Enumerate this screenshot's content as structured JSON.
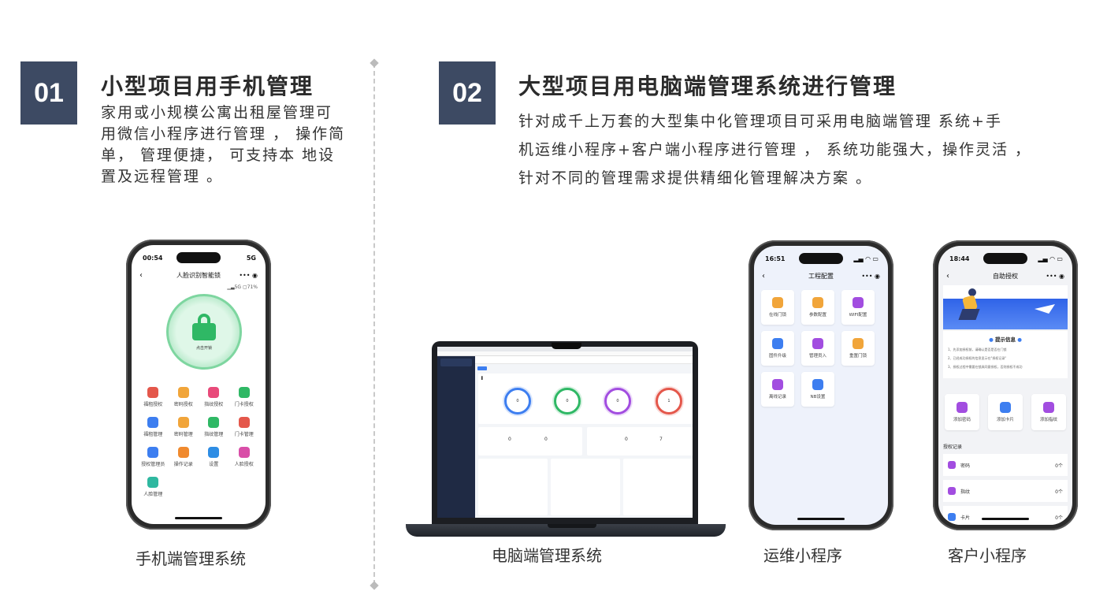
{
  "section1": {
    "number": "01",
    "title": "小型项目用手机管理",
    "desc_lines": [
      "家用或小规模公寓出租屋管理可",
      "用微信小程序进行管理 ， 操作简",
      "单， 管理便捷， 可支持本 地设",
      "置及远程管理 。"
    ]
  },
  "section2": {
    "number": "02",
    "title": "大型项目用电脑端管理系统进行管理",
    "desc_lines": [
      "针对成千上万套的大型集中化管理项目可采用电脑端管理 系统+手",
      "机运维小程序+客户端小程序进行管理 ， 系统功能强大，操作灵活 ，",
      "针对不同的管理需求提供精细化管理解决方案 。"
    ]
  },
  "captions": {
    "phone_mgmt": "手机端管理系统",
    "pc_mgmt": "电脑端管理系统",
    "ops_app": "运维小程序",
    "client_app": "客户小程序"
  },
  "phone1": {
    "time": "00:54",
    "status_right": "5G",
    "nav_title": "人脸识别智能锁",
    "signal_text": "5G",
    "battery_text": "71%",
    "unlock_label": "点击开锁",
    "colors": {
      "unlock_ring": "#7ed6a0",
      "unlock_core": "#2fb865"
    },
    "grid": [
      {
        "label": "福租授权",
        "color": "#e4574b"
      },
      {
        "label": "密码授权",
        "color": "#f1a53a"
      },
      {
        "label": "指纹授权",
        "color": "#e84a7a"
      },
      {
        "label": "门卡授权",
        "color": "#2fb865"
      },
      {
        "label": "福租管理",
        "color": "#3d7ef0"
      },
      {
        "label": "密码管理",
        "color": "#f1a53a"
      },
      {
        "label": "指纹管理",
        "color": "#2fb865"
      },
      {
        "label": "门卡管理",
        "color": "#e4574b"
      },
      {
        "label": "授权管理员",
        "color": "#3d7ef0"
      },
      {
        "label": "操作记录",
        "color": "#f08a2e"
      },
      {
        "label": "设置",
        "color": "#2e8de4"
      },
      {
        "label": "人脸授权",
        "color": "#d94ea8"
      },
      {
        "label": "人脸管理",
        "color": "#2fb8a0"
      }
    ]
  },
  "phone2": {
    "time": "16:51",
    "nav_title": "工程配置",
    "tiles": [
      {
        "label": "在线门锁",
        "color": "#f1a53a"
      },
      {
        "label": "参数配置",
        "color": "#f1a53a"
      },
      {
        "label": "WIFI配置",
        "color": "#a24de0"
      },
      {
        "label": "固件升级",
        "color": "#3d7ef0"
      },
      {
        "label": "管理员入",
        "color": "#a24de0"
      },
      {
        "label": "重置门锁",
        "color": "#f1a53a"
      },
      {
        "label": "离线记录",
        "color": "#a24de0"
      },
      {
        "label": "NB设置",
        "color": "#3d7ef0"
      }
    ]
  },
  "phone3": {
    "time": "18:44",
    "nav_title": "自助授权",
    "tip_title": "提示信息",
    "tip_lines": [
      "1、先添加授权前，请确认是否是否在门锁",
      "2、已经成功授权的信息显示在\"授权记录\"",
      "3、授权过程中需要在锁具同意授权，否则授权不成功"
    ],
    "buttons": [
      {
        "label": "添加密码",
        "color": "#a24de0"
      },
      {
        "label": "添加卡片",
        "color": "#3d7ef0"
      },
      {
        "label": "添加指纹",
        "color": "#a24de0"
      }
    ],
    "records_title": "授权记录",
    "records": [
      {
        "label": "密码",
        "count": "0个",
        "color": "#a24de0"
      },
      {
        "label": "指纹",
        "count": "0个",
        "color": "#a24de0"
      },
      {
        "label": "卡片",
        "count": "0个",
        "color": "#3d7ef0"
      }
    ]
  },
  "laptop": {
    "rings": [
      {
        "value": "0",
        "label": "",
        "color": "#3d7ef0"
      },
      {
        "value": "0",
        "label": "",
        "color": "#2fb865"
      },
      {
        "value": "0",
        "label": "",
        "color": "#a24de0"
      },
      {
        "value": "1",
        "label": "",
        "color": "#e4574b"
      }
    ],
    "panel_values": [
      "0",
      "0",
      "0",
      "7"
    ]
  }
}
